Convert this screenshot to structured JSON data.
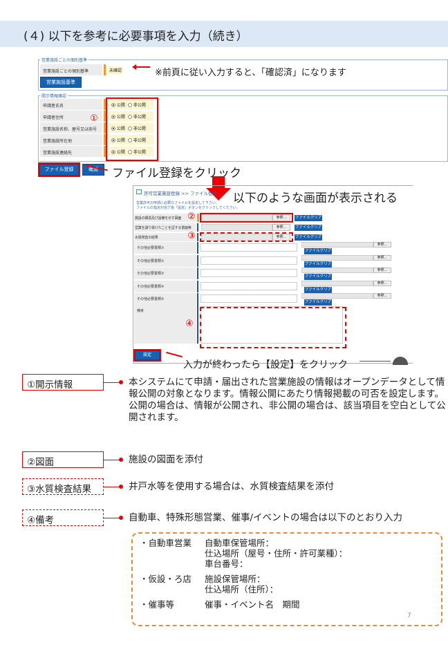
{
  "header": {
    "title": "(４) 以下を参考に必要事項を入力（続き）"
  },
  "screen1": {
    "fieldset1_legend": "営業施設ごとの個別基準",
    "row_label": "営業施設ごとの個別基準",
    "status": "未確認",
    "standard_button": "営業施設基準",
    "annotation": "※前頁に従い入力すると、「確認済」になります",
    "fieldset2_legend": "開示情報確認",
    "rows": [
      {
        "label": "申請者氏名"
      },
      {
        "label": "申請者住所"
      },
      {
        "label": "営業施設名称、屋号又は商号"
      },
      {
        "label": "営業施設所在地"
      },
      {
        "label": "営業施設連絡先"
      }
    ],
    "public_label": "公開",
    "private_label": "非公開",
    "marker1": "①",
    "file_button": "ファイル登録",
    "confirm_button": "確認",
    "click_note": "ファイル登録をクリック"
  },
  "screen2": {
    "breadcrumb": "許可営業施設登録 >> ファイル登録",
    "desc1": "営業許可の申請に必要なファイルを設定して下さい。",
    "desc2": "ファイルの指定が完了後「設定」ボタンをクリックしてください。",
    "shown_note": "以下のような画面が表示される",
    "file_rows": [
      {
        "label": "施設の構造及び設備を示す図面",
        "marker": "②"
      },
      {
        "label": "営業を譲り受けたことを証する書面等",
        "marker": ""
      },
      {
        "label": "水質検査の結果",
        "marker": "③"
      }
    ],
    "other_rows": [
      {
        "label": "その他必要書類①"
      },
      {
        "label": "その他必要書類②"
      },
      {
        "label": "その他必要書類③"
      },
      {
        "label": "その他必要書類④"
      },
      {
        "label": "その他必要書類⑤"
      }
    ],
    "remarks_label": "備考",
    "marker4": "④",
    "browse": "参照...",
    "clear": "ファイルクリア",
    "set_button": "設定",
    "set_note": "入力が終わったら【設定】をクリック"
  },
  "legend": [
    {
      "tag": "①開示情報",
      "text": "本システムにて申請・届出された営業施設の情報はオープンデータとして情報公開の対象となります。情報公開にあたり情報掲載の可否を設定します。",
      "text2": "公開の場合は、情報が公開され、非公開の場合は、該当項目を空白として公開されます。"
    },
    {
      "tag": "②図面",
      "text": "施設の図面を添付"
    },
    {
      "tag": "③水質検査結果",
      "text": "井戸水等を使用する場合は、水質検査結果を添付"
    },
    {
      "tag": "④備考",
      "text": "自動車、特殊形態営業、催事/イベントの場合は以下のとおり入力"
    }
  ],
  "remarks_box": [
    {
      "kind": "・自動車営業",
      "items": [
        "自動車保管場所：",
        "仕込場所（屋号・住所・許可業種）：",
        "車台番号："
      ]
    },
    {
      "kind": "・仮設・ろ店",
      "items": [
        "施設保管場所：",
        "仕込場所（住所）："
      ]
    },
    {
      "kind": "・催事等",
      "items": [
        "催事・イベント名　期間"
      ]
    }
  ],
  "page_number": "7",
  "colors": {
    "accent_red": "#e00000",
    "button_blue": "#1860b0",
    "orange_dash": "#f08a30",
    "header_bg": "#dce8f5"
  }
}
